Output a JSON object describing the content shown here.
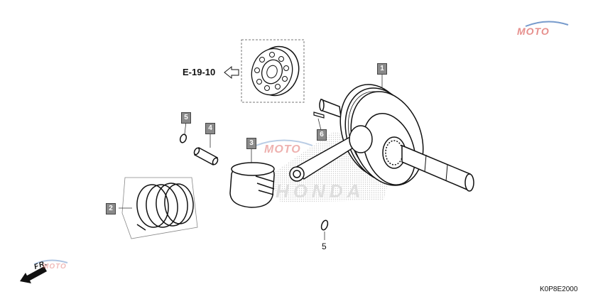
{
  "reference": {
    "label": "E-19-10"
  },
  "callouts": [
    {
      "id": "1",
      "label": "1"
    },
    {
      "id": "2",
      "label": "2"
    },
    {
      "id": "3",
      "label": "3"
    },
    {
      "id": "4",
      "label": "4"
    },
    {
      "id": "5a",
      "label": "5"
    },
    {
      "id": "5b",
      "label": "5"
    },
    {
      "id": "6",
      "label": "6"
    }
  ],
  "direction": {
    "label": "FR."
  },
  "diagram_code": "K0P8E2000",
  "watermark": {
    "logo_text": "MOTO",
    "brand_text": "HONDA",
    "colors": {
      "red": "#d9534f",
      "blue": "#3b6fb6"
    }
  },
  "parts": [
    {
      "name": "bearing",
      "icon": "bearing-icon"
    },
    {
      "name": "piston-rings",
      "icon": "piston-ring-icon"
    },
    {
      "name": "piston",
      "icon": "piston-icon"
    },
    {
      "name": "piston-pin",
      "icon": "pin-icon"
    },
    {
      "name": "circlip",
      "icon": "circlip-icon"
    },
    {
      "name": "crankshaft",
      "icon": "crankshaft-icon"
    },
    {
      "name": "woodruff-key",
      "icon": "key-icon"
    }
  ]
}
